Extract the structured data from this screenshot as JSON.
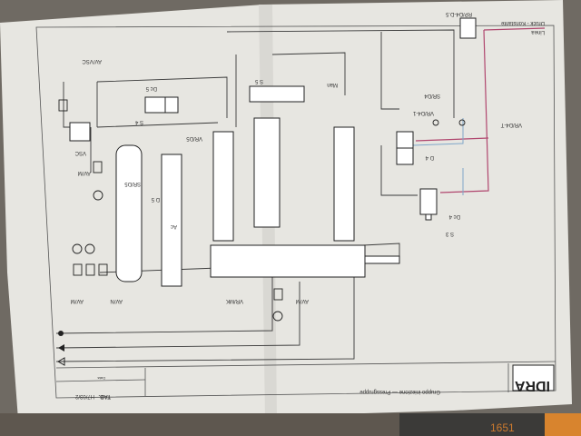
{
  "drawing": {
    "title_block": {
      "company": "IDRA",
      "description": "Gruppo iniezione — Pressgruppe",
      "sheet_label": "TAB.",
      "sheet_number": "H7/03/2",
      "date_label": "Data"
    },
    "labels": {
      "rp_d4_d5": "RP/D4-D.5",
      "druck_konstante": "Druck - Konstante",
      "linea": "Linea",
      "sr_d4": "SR/D4",
      "vr_d4_1": "VR/D4-1",
      "vr_d4_t": "VR/D4-T",
      "d4": "D 4",
      "dc4": "Dc 4",
      "s3": "S 3",
      "av_vsc": "AV/VSC",
      "vsc": "VSC",
      "dc5": "Dc 5",
      "s4": "S 4",
      "vr_d5": "VR/D5",
      "sr_d5": "SR/D5",
      "d5": "D 5",
      "ac": "Ac",
      "av_m_top": "AV/M",
      "av_m_bottom": "AV/M",
      "av_n": "AV/N",
      "vr_mk": "VR/MK",
      "av_m_right": "AV/M",
      "man": "Man",
      "s5": "S 5"
    },
    "colors": {
      "paper": "#e9e8e3",
      "line": "#3a3a3a",
      "pressure_line": "#b0466e",
      "return_line": "#7fa6c9"
    },
    "background_digits": "1651"
  }
}
